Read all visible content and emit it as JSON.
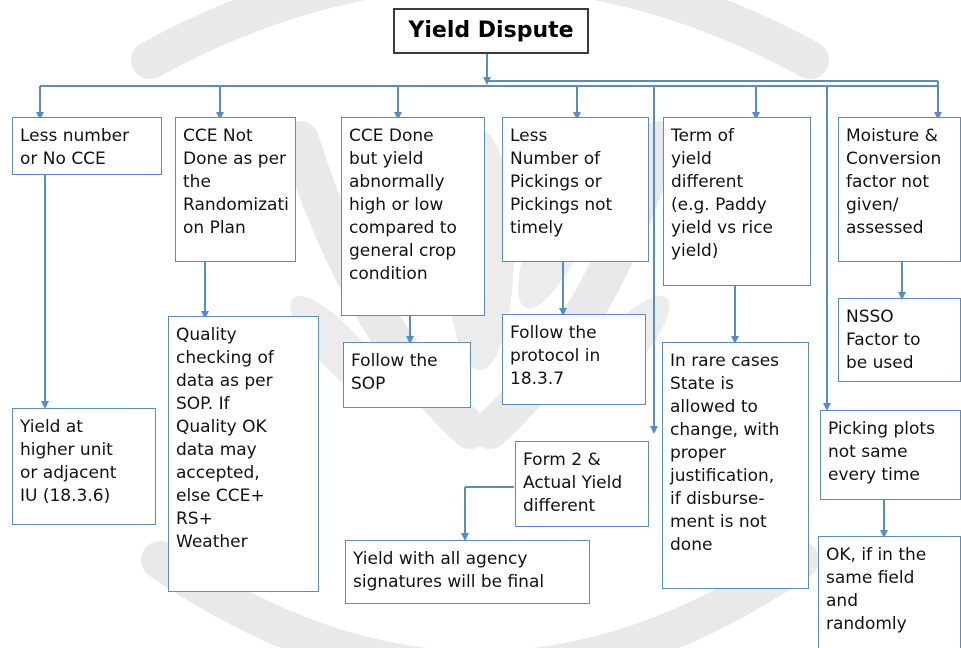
{
  "diagram": {
    "title": "Yield Dispute",
    "colors": {
      "box_border": "#5b8cc0",
      "connector": "#5b8cc0",
      "title_border": "#3a3a3a",
      "watermark": "#e9e9e9"
    },
    "nodes": {
      "less_cce": "Less number\nor No CCE",
      "cce_not_done": "CCE Not\nDone as per\nthe\nRandomizati\non Plan",
      "cce_done_abnormal": "CCE Done\nbut yield\nabnormally\nhigh or low\ncompared to\ngeneral crop\ncondition",
      "less_pickings": "Less\nNumber of\nPickings or\nPickings not\ntimely",
      "term_different": "Term of\nyield\ndifferent\n(e.g. Paddy\nyield vs rice\nyield)",
      "moisture_factor": "Moisture &\nConversion\nfactor not\ngiven/\nassessed",
      "yield_higher_unit": "Yield at\nhigher unit\nor adjacent\nIU (18.3.6)",
      "quality_checking": "Quality\nchecking of\ndata as per\nSOP.  If\nQuality OK\ndata may\naccepted,\nelse CCE+\nRS+\nWeather",
      "follow_sop": "Follow the\nSOP",
      "follow_protocol": "Follow the\nprotocol in\n18.3.7",
      "rare_cases": "In rare cases\nState is\nallowed to\nchange, with\nproper\njustification,\nif disburse-\nment is not\ndone",
      "nsso_factor": "NSSO\nFactor to\nbe used",
      "picking_plots": "Picking plots\nnot same\nevery time",
      "form2_actual": "Form 2 &\nActual Yield\ndifferent",
      "agency_signatures": "Yield with all agency\nsignatures will be final",
      "ok_same_field": "OK, if in the\nsame field\nand\nrandomly"
    }
  }
}
